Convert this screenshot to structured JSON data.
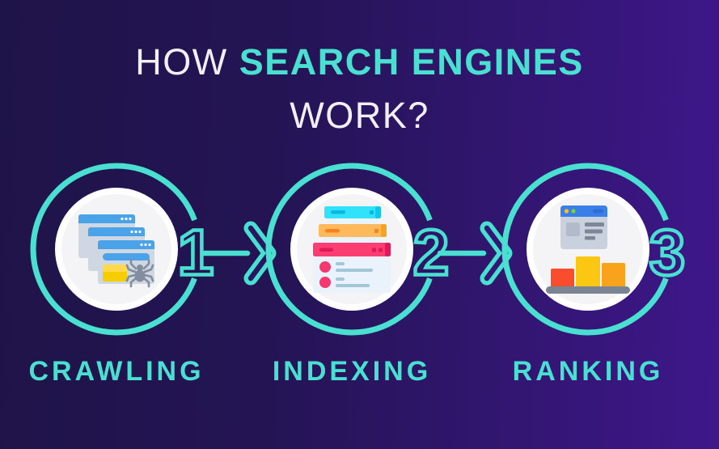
{
  "title": {
    "prefix": "HOW",
    "accent": "SEARCH ENGINES",
    "line2": "WORK?"
  },
  "steps": [
    {
      "number": "1",
      "label": "CRAWLING",
      "icon": "web-pages-spider-icon"
    },
    {
      "number": "2",
      "label": "INDEXING",
      "icon": "stacked-index-records-icon"
    },
    {
      "number": "3",
      "label": "RANKING",
      "icon": "browser-podium-icon"
    }
  ],
  "connectors": [
    {
      "type": "chevron-arrow"
    },
    {
      "type": "chevron-arrow"
    }
  ],
  "colors": {
    "background_left": "#1f1449",
    "background_right": "#3e178a",
    "accent_teal": "#49e0d2",
    "title_white": "#f3eff9",
    "inner_circle_fill": "#f4f4f6",
    "inner_circle_edge": "#ffffff"
  }
}
